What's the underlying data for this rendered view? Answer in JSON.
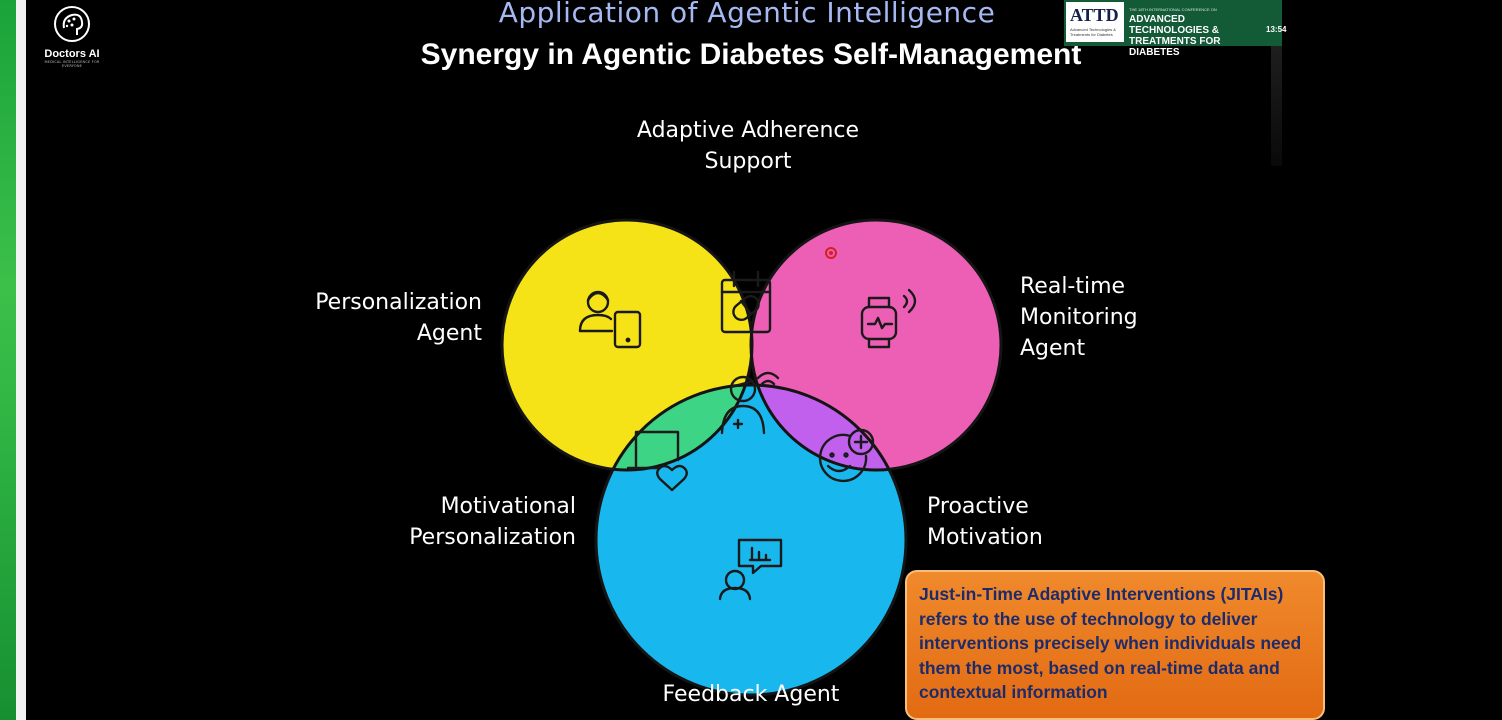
{
  "header": {
    "title": "Application of  Agentic Intelligence",
    "subtitle": "Synergy in Agentic Diabetes Self-Management"
  },
  "logo": {
    "name": "Doctors AI",
    "tagline": "MEDICAL INTELLIGENCE FOR EVERYONE"
  },
  "conference_banner": {
    "mark": "ATTD",
    "mark_subtext": "Advanced Technologies & Treatments for Diabetes",
    "small_text": "THE 18TH INTERNATIONAL CONFERENCE ON",
    "main_text": "ADVANCED TECHNOLOGIES & TREATMENTS FOR DIABETES",
    "time": "13:54"
  },
  "venn": {
    "labels": {
      "top": "Adaptive Adherence\nSupport",
      "left": "Personalization\nAgent",
      "right": "Real-time\nMonitoring\nAgent",
      "bottom_left": "Motivational\nPersonalization",
      "bottom_right": "Proactive\nMotivation",
      "bottom": "Feedback Agent"
    },
    "colors": {
      "yellow": "#f5e317",
      "pink": "#ec5fb5",
      "blue": "#18b8ef",
      "yellow_pink": "#e8564e",
      "yellow_blue": "#3dd486",
      "pink_blue": "#c260ee",
      "center": "#d6d6d6"
    },
    "icons": {
      "yellow": "user-with-phone-icon",
      "yellow_pink": "calendar-pill-icon",
      "pink": "smartwatch-signal-icon",
      "center": "user-signal-plus-icon",
      "yellow_blue": "laptop-heart-icon",
      "pink_blue": "smiley-plus-icon",
      "blue": "user-chat-chart-icon"
    }
  },
  "callout": {
    "text": "Just-in-Time Adaptive Interventions (JITAIs)\nrefers to the use of technology to deliver\ninterventions precisely when individuals need\nthem the most, based on real-time data and\ncontextual information",
    "background": "#e97a20",
    "text_color": "#1d2b6b"
  }
}
